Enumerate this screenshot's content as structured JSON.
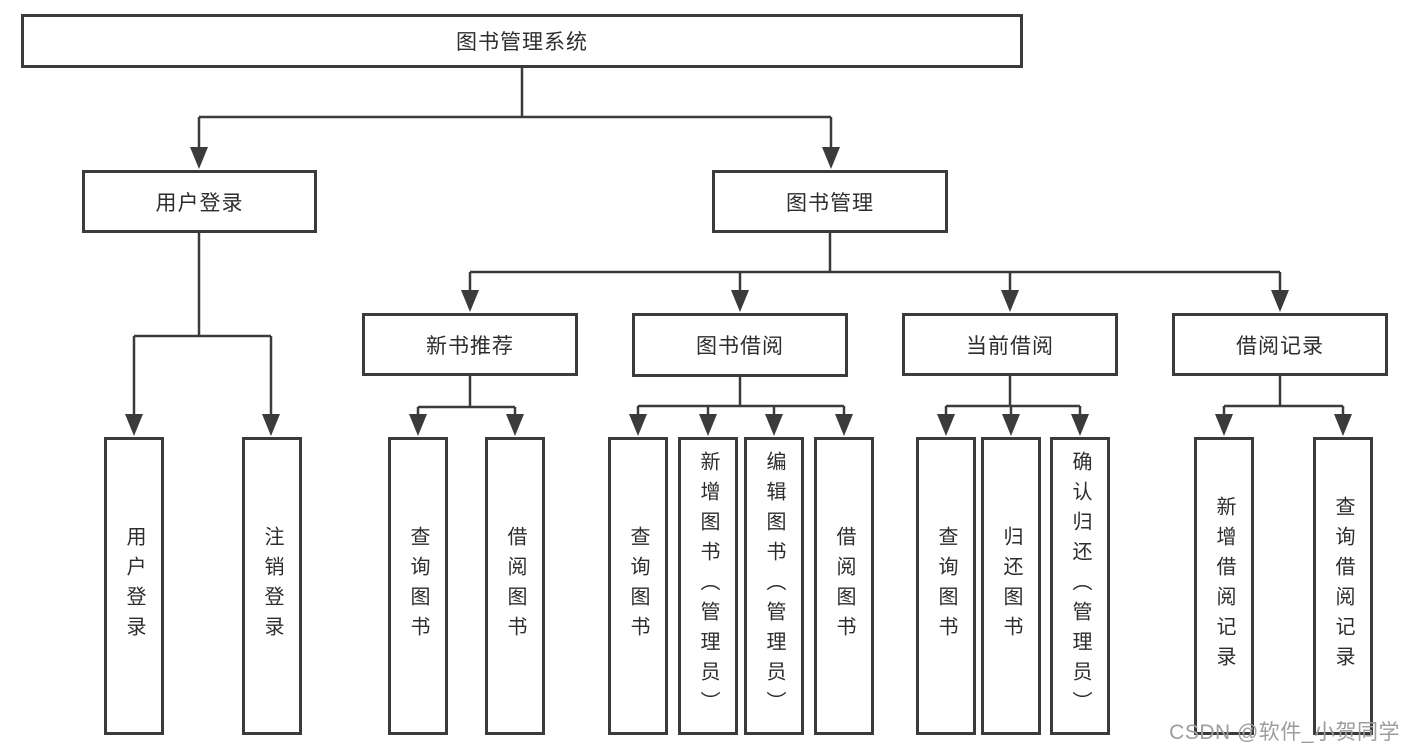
{
  "diagram": {
    "title": "图书管理系统",
    "type": "hierarchy-tree",
    "colors": {
      "line": "#3b3b3b",
      "box_border": "#3b3b3b",
      "box_fill": "#ffffff",
      "text": "#2d2d2d",
      "watermark": "#9d9d9d"
    },
    "nodes": {
      "root": {
        "label": "图书管理系统"
      },
      "user_login": {
        "label": "用户登录"
      },
      "book_mgmt": {
        "label": "图书管理"
      },
      "new_book_rec": {
        "label": "新书推荐"
      },
      "book_borrow": {
        "label": "图书借阅"
      },
      "current_borrow": {
        "label": "当前借阅"
      },
      "borrow_record": {
        "label": "借阅记录"
      },
      "leaf_user_login": {
        "label": "用户登录"
      },
      "leaf_logout": {
        "label": "注销登录"
      },
      "leaf_query_book_rec": {
        "label": "查询图书"
      },
      "leaf_borrow_book_rec": {
        "label": "借阅图书"
      },
      "leaf_query_book_borrow": {
        "label": "查询图书"
      },
      "leaf_add_book": {
        "label": "新增图书（管理员）"
      },
      "leaf_edit_book": {
        "label": "编辑图书（管理员）"
      },
      "leaf_borrow_book_borrow": {
        "label": "借阅图书"
      },
      "leaf_query_book_current": {
        "label": "查询图书"
      },
      "leaf_return_book": {
        "label": "归还图书"
      },
      "leaf_confirm_return": {
        "label": "确认归还（管理员）"
      },
      "leaf_add_borrow_record": {
        "label": "新增借阅记录"
      },
      "leaf_query_borrow_record": {
        "label": "查询借阅记录"
      }
    },
    "edges": [
      {
        "from": "图书管理系统",
        "to": "用户登录"
      },
      {
        "from": "图书管理系统",
        "to": "图书管理"
      },
      {
        "from": "用户登录",
        "to": "用户登录"
      },
      {
        "from": "用户登录",
        "to": "注销登录"
      },
      {
        "from": "图书管理",
        "to": "新书推荐"
      },
      {
        "from": "图书管理",
        "to": "图书借阅"
      },
      {
        "from": "图书管理",
        "to": "当前借阅"
      },
      {
        "from": "图书管理",
        "to": "借阅记录"
      },
      {
        "from": "新书推荐",
        "to": "查询图书"
      },
      {
        "from": "新书推荐",
        "to": "借阅图书"
      },
      {
        "from": "图书借阅",
        "to": "查询图书"
      },
      {
        "from": "图书借阅",
        "to": "新增图书（管理员）"
      },
      {
        "from": "图书借阅",
        "to": "编辑图书（管理员）"
      },
      {
        "from": "图书借阅",
        "to": "借阅图书"
      },
      {
        "from": "当前借阅",
        "to": "查询图书"
      },
      {
        "from": "当前借阅",
        "to": "归还图书"
      },
      {
        "from": "当前借阅",
        "to": "确认归还（管理员）"
      },
      {
        "from": "借阅记录",
        "to": "新增借阅记录"
      },
      {
        "from": "借阅记录",
        "to": "查询借阅记录"
      }
    ]
  },
  "watermark": {
    "text": "CSDN @软件_小贺同学"
  }
}
